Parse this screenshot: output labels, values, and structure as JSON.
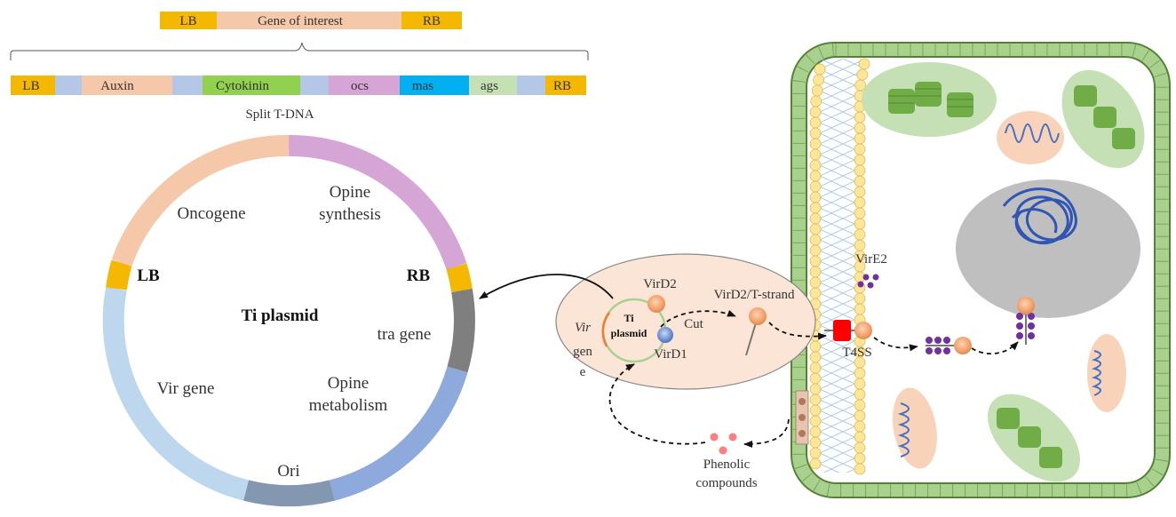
{
  "top_construct": {
    "segments": [
      {
        "label": "LB",
        "color": "#F5B800"
      },
      {
        "label": "Gene of interest",
        "color": "#F5C8A9"
      },
      {
        "label": "RB",
        "color": "#F5B800"
      }
    ]
  },
  "split_tdna": {
    "caption": "Split T-DNA",
    "segments": [
      {
        "label": "LB",
        "color": "#F5B800"
      },
      {
        "label": "",
        "color": "#B4C7E7"
      },
      {
        "label": "Auxin",
        "color": "#F5C8A9"
      },
      {
        "label": "",
        "color": "#B4C7E7"
      },
      {
        "label": "Cytokinin",
        "color": "#92D050"
      },
      {
        "label": "",
        "color": "#B4C7E7"
      },
      {
        "label": "ocs",
        "color": "#D5A6D5"
      },
      {
        "label": "mas",
        "color": "#00B0F0"
      },
      {
        "label": "ags",
        "color": "#C5E0B4"
      },
      {
        "label": "",
        "color": "#B4C7E7"
      },
      {
        "label": "RB",
        "color": "#F5B800"
      }
    ]
  },
  "plasmid": {
    "title": "Ti plasmid",
    "segments": [
      {
        "label": "Opine\nsynthesis",
        "color": "#D5A6D5"
      },
      {
        "label": "RB",
        "color": "#F5B800"
      },
      {
        "label": "tra gene",
        "color": "#7F7F7F"
      },
      {
        "label": "Opine\nmetabolism",
        "color": "#8EA9DB"
      },
      {
        "label": "Ori",
        "color": "#8497B0"
      },
      {
        "label": "Vir gene",
        "color": "#BDD7EE"
      },
      {
        "label": "LB",
        "color": "#F5B800"
      },
      {
        "label": "Oncogene",
        "color": "#F5C8A9"
      }
    ]
  },
  "bacterium": {
    "vir_gene_word": "Vir",
    "vir_gene_rest": "gen",
    "vir_gene_tail": "e",
    "plasmid_label_1": "Ti",
    "plasmid_label_2": "plasmid",
    "virD2": "VirD2",
    "virD1": "VirD1",
    "cut": "Cut",
    "virD2_tstrand": "VirD2/T-strand"
  },
  "plant_cell": {
    "t4ss": "T4SS",
    "virE2": "VirE2",
    "phenolic_1": "Phenolic",
    "phenolic_2": "compounds"
  },
  "colors": {
    "cell_wall": "#70AD47",
    "chloroplast": "#70AD47",
    "membrane_lipid": "#FFE699",
    "bacterium_fill": "#FBE5D6",
    "nucleus": "#C9C9C9",
    "dna": "#4472C4",
    "protein": "#F4B183",
    "virE2": "#7030A0",
    "t4ss": "#FF0000",
    "phenolic": "#FF7C80"
  }
}
